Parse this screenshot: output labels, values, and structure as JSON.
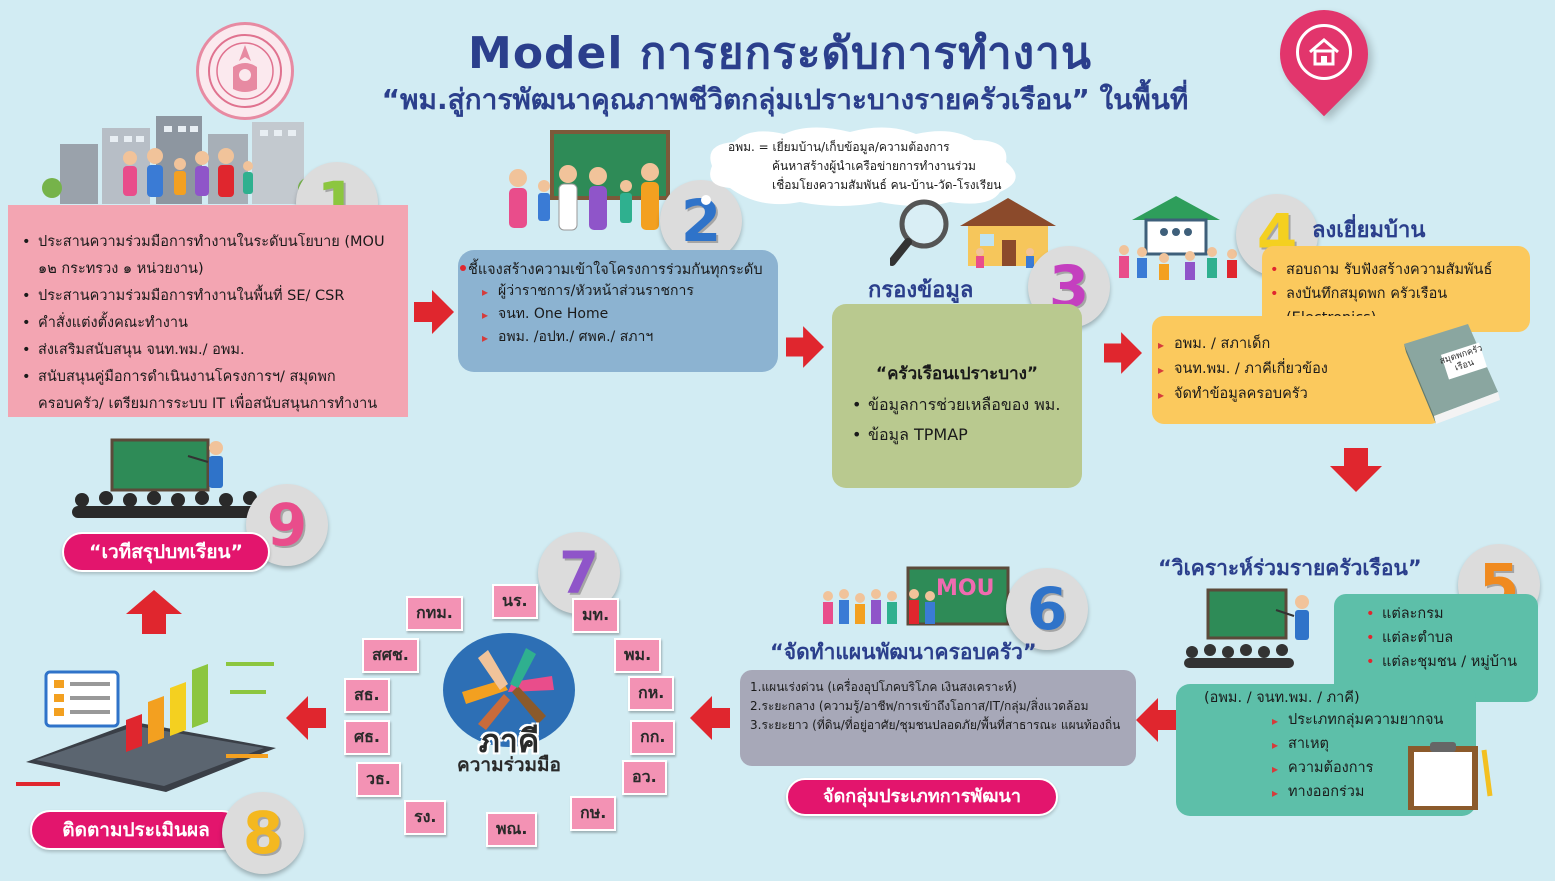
{
  "header": {
    "title": "Model การยกระดับการทำงาน",
    "subtitle": "“พม.สู่การพัฒนาคุณภาพชีวิตกลุ่มเปราะบางรายครัวเรือน” ในพื้นที่"
  },
  "step1": {
    "number": "1",
    "items": [
      "ประสานความร่วมมือการทำงานในระดับนโยบาย (MOU ๑๒ กระทรวง ๑ หน่วยงาน)",
      "ประสานความร่วมมือการทำงานในพื้นที่ SE/ CSR",
      "คำสั่งแต่งตั้งคณะทำงาน",
      "ส่งเสริมสนับสนุน จนท.พม./ อพม.",
      "สนับสนุนคู่มือการดำเนินงานโครงการฯ/ สมุดพกครอบครัว/ เตรียมการระบบ IT เพื่อสนับสนุนการทำงาน"
    ]
  },
  "step2": {
    "number": "2",
    "cloud_lines": [
      "อพม. = เยี่ยมบ้าน/เก็บข้อมูล/ความต้องการ",
      "ค้นหาสร้างผู้นำเครือข่ายการทำงานร่วม",
      "เชื่อมโยงความสัมพันธ์ คน-บ้าน-วัด-โรงเรียน"
    ],
    "heading": "ชี้แจงสร้างความเข้าใจโครงการร่วมกันทุกระดับ",
    "items": [
      "ผู้ว่าราชการ/หัวหน้าส่วนราชการ",
      "จนท. One Home",
      "อพม. /อปท./ ศพค./ สภาฯ"
    ]
  },
  "step3": {
    "number": "3",
    "label": "กรองข้อมูล",
    "heading": "“ครัวเรือนเปราะบาง”",
    "items": [
      "ข้อมูลการช่วยเหลือของ พม.",
      "ข้อมูล TPMAP"
    ]
  },
  "step4": {
    "number": "4",
    "label": "ลงเยี่ยมบ้าน",
    "items_top": [
      "สอบถาม รับฟังสร้างความสัมพันธ์",
      "ลงบันทึกสมุดพก ครัวเรือน (Electronics)"
    ],
    "items_bottom": [
      "อพม. / สภาเด็ก",
      "จนท.พม. / ภาคีเกี่ยวข้อง",
      "จัดทำข้อมูลครอบครัว"
    ],
    "book_label": "สมุดพกครัวเรือน"
  },
  "step5": {
    "number": "5",
    "label": "“วิเคราะห์ร่วมรายครัวเรือน”",
    "levels": [
      "แต่ละกรม",
      "แต่ละตำบล",
      "แต่ละชุมชน / หมู่บ้าน"
    ],
    "who": "(อพม. / จนท.พม. / ภาคี)",
    "items": [
      "ประเภทกลุ่มความยากจน",
      "สาเหตุ",
      "ความต้องการ",
      "ทางออกร่วม"
    ]
  },
  "step6": {
    "number": "6",
    "mou": "MOU",
    "label": "“จัดทำแผนพัฒนาครอบครัว”",
    "plans": [
      "1.แผนเร่งด่วน (เครื่องอุปโภคบริโภค เงินสงเคราะห์)",
      "2.ระยะกลาง (ความรู้/อาชีพ/การเข้าถึงโอกาส/IT/กลุ่ม/สิ่งแวดล้อม",
      "3.ระยะยาว (ที่ดิน/ที่อยู่อาศัย/ชุมชนปลอดภัย/พื้นที่สาธารณะ แผนท้องถิ่น"
    ],
    "pill": "จัดกลุ่มประเภทการพัฒนา"
  },
  "step7": {
    "number": "7",
    "center_title": "ภาคี",
    "center_sub": "ความร่วมมือ",
    "tags": [
      "กทม.",
      "นร.",
      "มท.",
      "สศช.",
      "พม.",
      "สธ.",
      "กห.",
      "ศธ.",
      "กก.",
      "วธ.",
      "อว.",
      "รง.",
      "พณ.",
      "กษ."
    ]
  },
  "step8": {
    "number": "8",
    "pill": "ติดตามประเมินผล"
  },
  "step9": {
    "number": "9",
    "pill": "“เวทีสรุปบทเรียน”"
  },
  "colors": {
    "title": "#2b3f8c",
    "box1": "#f3a5b2",
    "box2": "#8cb3d1",
    "box3": "#b9c98f",
    "box4": "#fbc95d",
    "box5": "#5dbfa9",
    "box6": "#a7a8b8",
    "arrow": "#e0262e",
    "pill": "#e3156d"
  }
}
